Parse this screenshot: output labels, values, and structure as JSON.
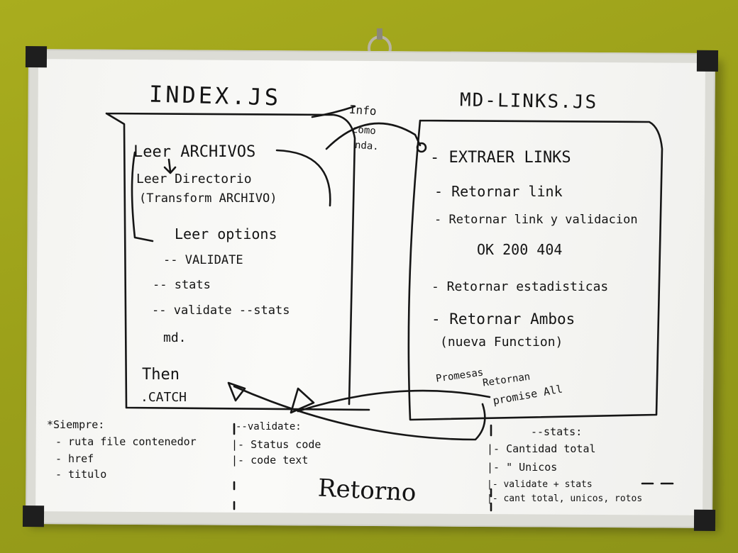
{
  "board": {
    "left_header": "INDEX.JS",
    "right_header": "MD-LINKS.JS",
    "arrow_note": [
      "Info",
      "como",
      "nda."
    ],
    "left_items": [
      "Leer ARCHIVOS",
      "Leer Directorio",
      "(Transform ARCHIVO)",
      "Leer options",
      "-- VALIDATE",
      "-- stats",
      "-- validate --stats",
      "md.",
      "Then",
      ".CATCH"
    ],
    "right_items": [
      "- EXTRAER LINKS",
      "- Retornar link",
      "- Retornar link y validacion",
      "OK 200 404",
      "- Retornar estadisticas",
      "- Retornar Ambos",
      "(nueva Function)"
    ],
    "promise_note": [
      "Promesas",
      "Retornan",
      "promise All"
    ],
    "siempre": {
      "title": "*Siempre:",
      "items": [
        "- ruta file contenedor",
        "- href",
        "- titulo"
      ]
    },
    "validate": {
      "title": "--validate:",
      "items": [
        "|- Status code",
        "|- code text"
      ]
    },
    "retorno": "Retorno",
    "stats": {
      "title": "--stats:",
      "items": [
        "|- Cantidad total",
        "|-   \"      Unicos",
        "|- validate + stats",
        "|- cant total, unicos, rotos"
      ]
    }
  },
  "colors": {
    "wall": "#9ba01a",
    "board_surface": "#f6f6f3",
    "frame": "#d5d5cf",
    "ink": "#141414"
  }
}
